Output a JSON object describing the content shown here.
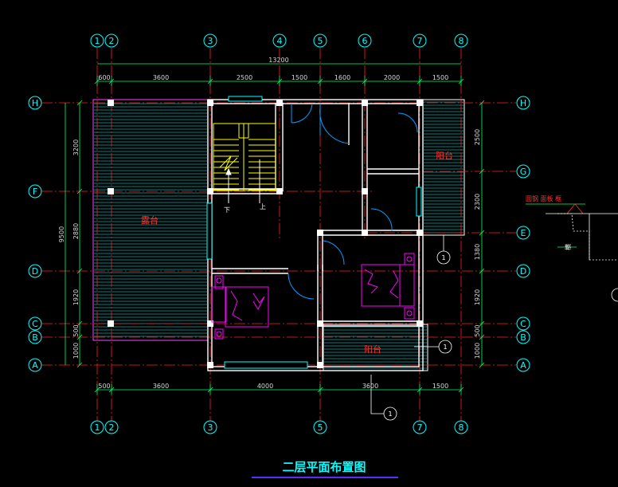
{
  "title": "二层平面布置图",
  "colors": {
    "background": "#000000",
    "wall": "#ffffff",
    "grid": "#ff2020",
    "dimension": "#00ff66",
    "axis_label": "#00ffff",
    "terrace_hatch": "#00ffff",
    "furniture": "#ff00ff",
    "stair": "#ffff00",
    "text_red": "#ff3030",
    "title_underline": "#5a2cff",
    "door": "#00a0ff"
  },
  "axes": {
    "top": [
      "1",
      "2",
      "3",
      "4",
      "5",
      "6",
      "7",
      "8"
    ],
    "bottom": [
      "1",
      "2",
      "3",
      "5",
      "7",
      "8"
    ],
    "left": [
      "H",
      "F",
      "D",
      "C",
      "B",
      "A"
    ],
    "right": [
      "H",
      "G",
      "E",
      "D",
      "C",
      "B",
      "A"
    ]
  },
  "dimensions": {
    "overall_top": "13200",
    "top": [
      "600",
      "3600",
      "2500",
      "1500",
      "1600",
      "2000",
      "1500"
    ],
    "bottom": [
      "500",
      "3600",
      "4000",
      "3600",
      "1500"
    ],
    "left_overall": "9500",
    "left": [
      "3200",
      "2880",
      "1920",
      "500",
      "1000"
    ],
    "right": [
      "2500",
      "2300",
      "1380",
      "1920",
      "500",
      "1000"
    ]
  },
  "rooms": {
    "terrace_large": "露台",
    "balcony_right": "阳台",
    "balcony_bottom": "阳台",
    "stair_down": "下",
    "stair_up": "上"
  },
  "detail": {
    "label": "圆钢 面板 框",
    "side_label": "横"
  },
  "markers": [
    "1",
    "1",
    "1"
  ]
}
